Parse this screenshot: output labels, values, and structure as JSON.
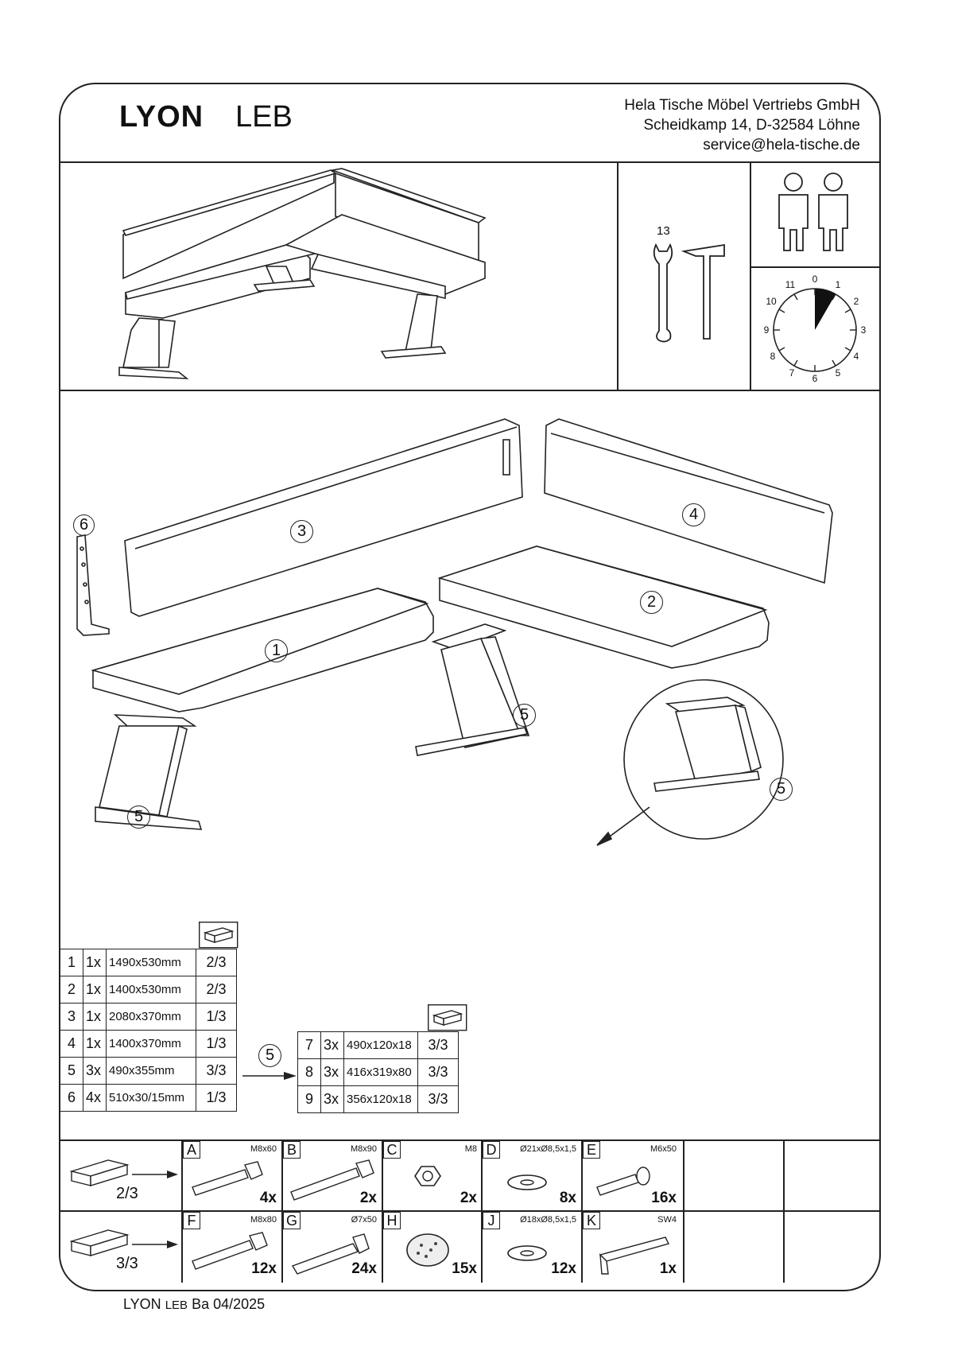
{
  "header": {
    "model": "LYON",
    "variant": "LEB",
    "company": "Hela Tische Möbel Vertriebs GmbH",
    "street": "Scheidkamp 14, D-32584 Löhne",
    "email": "service@hela-tische.de"
  },
  "tools": {
    "wrench_size": "13"
  },
  "clock": {
    "numbers": [
      "0",
      "1",
      "2",
      "3",
      "4",
      "5",
      "6",
      "7",
      "8",
      "9",
      "10",
      "11"
    ]
  },
  "parts_labels": {
    "p1": "1",
    "p2": "2",
    "p3": "3",
    "p4": "4",
    "p5": "5",
    "p6": "6"
  },
  "parts_table": [
    {
      "no": "1",
      "qty": "1x",
      "size": "1490x530mm",
      "box": "2/3"
    },
    {
      "no": "2",
      "qty": "1x",
      "size": "1400x530mm",
      "box": "2/3"
    },
    {
      "no": "3",
      "qty": "1x",
      "size": "2080x370mm",
      "box": "1/3"
    },
    {
      "no": "4",
      "qty": "1x",
      "size": "1400x370mm",
      "box": "1/3"
    },
    {
      "no": "5",
      "qty": "3x",
      "size": "490x355mm",
      "box": "3/3"
    },
    {
      "no": "6",
      "qty": "4x",
      "size": "510x30/15mm",
      "box": "1/3"
    }
  ],
  "sub_table_label": "5",
  "sub_table": [
    {
      "no": "7",
      "qty": "3x",
      "size": "490x120x18",
      "box": "3/3"
    },
    {
      "no": "8",
      "qty": "3x",
      "size": "416x319x80",
      "box": "3/3"
    },
    {
      "no": "9",
      "qty": "3x",
      "size": "356x120x18",
      "box": "3/3"
    }
  ],
  "hardware_rows": [
    {
      "box": "2/3",
      "items": [
        {
          "letter": "A",
          "spec": "M8x60",
          "count": "4x",
          "icon": "bolt-short-icon"
        },
        {
          "letter": "B",
          "spec": "M8x90",
          "count": "2x",
          "icon": "bolt-long-icon"
        },
        {
          "letter": "C",
          "spec": "M8",
          "count": "2x",
          "icon": "nut-icon"
        },
        {
          "letter": "D",
          "spec": "Ø21xØ8,5x1,5",
          "count": "8x",
          "icon": "washer-icon"
        },
        {
          "letter": "E",
          "spec": "M6x50",
          "count": "16x",
          "icon": "screw-icon"
        }
      ]
    },
    {
      "box": "3/3",
      "items": [
        {
          "letter": "F",
          "spec": "M8x80",
          "count": "12x",
          "icon": "bolt-medium-icon"
        },
        {
          "letter": "G",
          "spec": "Ø7x50",
          "count": "24x",
          "icon": "wood-screw-icon"
        },
        {
          "letter": "H",
          "spec": "",
          "count": "15x",
          "icon": "felt-pad-icon"
        },
        {
          "letter": "J",
          "spec": "Ø18xØ8,5x1,5",
          "count": "12x",
          "icon": "washer-icon"
        },
        {
          "letter": "K",
          "spec": "SW4",
          "count": "1x",
          "icon": "allen-key-icon"
        }
      ]
    }
  ],
  "footer": {
    "model": "LYON",
    "variant": "LEB",
    "version": "Ba 04/2025"
  }
}
